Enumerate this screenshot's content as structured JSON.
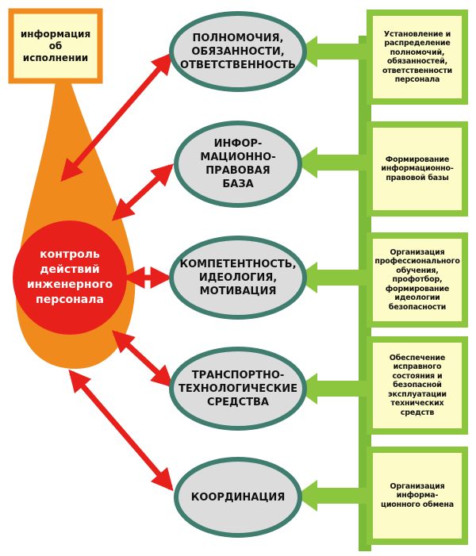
{
  "info_box": {
    "text": "информация об исполнении"
  },
  "control": {
    "text": "контроль действий инженерного персонала"
  },
  "ellipses": [
    {
      "text": "ПОЛНОМОЧИЯ, ОБЯЗАННОСТИ, ОТВЕТСТВЕННОСТЬ"
    },
    {
      "text": "ИНФОР-МАЦИОННО-ПРАВОВАЯ БАЗА"
    },
    {
      "text": "КОМПЕТЕНТНОСТЬ, ИДЕОЛОГИЯ, МОТИВАЦИЯ"
    },
    {
      "text": "ТРАНСПОРТНО-ТЕХНОЛОГИЧЕСКИЕ СРЕДСТВА"
    },
    {
      "text": "КООРДИНАЦИЯ"
    }
  ],
  "measures": [
    {
      "text": "Установление и распределение полномочий, обязанностей, ответственности персонала"
    },
    {
      "text": "Формирование информационно-правовой базы"
    },
    {
      "text": "Организация профессионального обучения, профотбор, формирование идеологии безопасности"
    },
    {
      "text": "Обеспечение исправного состояния и безопасной эксплуатации технических средств"
    },
    {
      "text": "Организация информа-ционного обмена"
    }
  ],
  "colors": {
    "orange": "#f08a1c",
    "red": "#e8201c",
    "green": "#8cc63f",
    "cream": "#fdfbc8",
    "ellipse": "#dcdcdc",
    "ellipse_border": "#3f7d6e"
  }
}
